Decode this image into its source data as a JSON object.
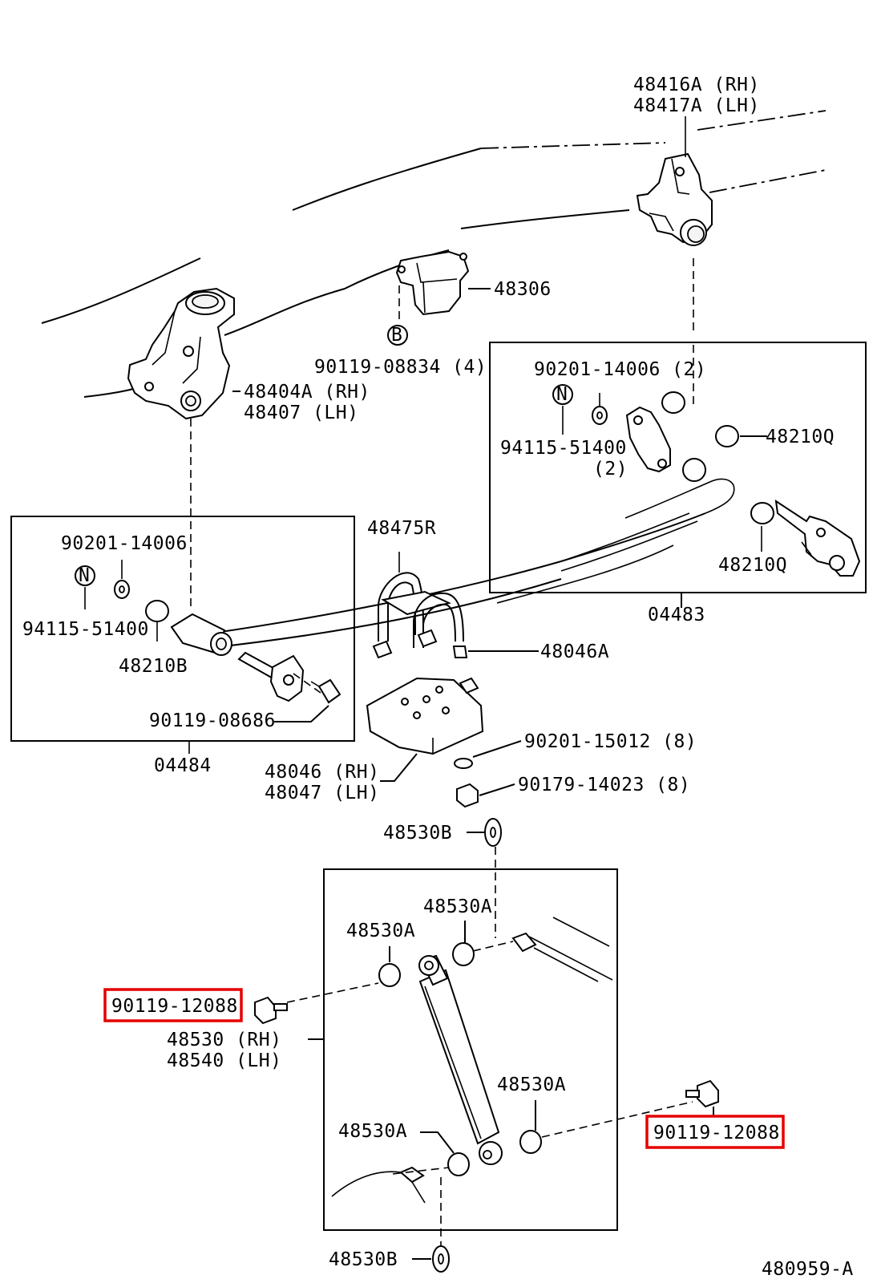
{
  "labels": {
    "l_48416a": "48416A (RH)",
    "l_48417a": "48417A (LH)",
    "l_48306": "48306",
    "l_b": "B",
    "l_90119_08834": "90119-08834 (4)",
    "l_48404a": "48404A (RH)",
    "l_48407": "48407   (LH)",
    "l_90201_14006_2": "90201-14006 (2)",
    "l_n_right": "N",
    "l_94115_51400_r": "94115-51400",
    "l_2": "(2)",
    "l_48210q_top": "48210Q",
    "l_48210q_bot": "48210Q",
    "l_04483": "04483",
    "l_48475r": "48475R",
    "l_90201_14006": "90201-14006",
    "l_n_left": "N",
    "l_94115_51400_l": "94115-51400",
    "l_48210b": "48210B",
    "l_48046a": "48046A",
    "l_90119_08686": "90119-08686",
    "l_04484": "04484",
    "l_90201_15012": "90201-15012 (8)",
    "l_48046": "48046 (RH)",
    "l_48047": "48047 (LH)",
    "l_90179_14023": "90179-14023 (8)",
    "l_48530b_top": "48530B",
    "l_48530a_1": "48530A",
    "l_48530a_2": "48530A",
    "l_90119_12088_left": "90119-12088",
    "l_48530": "48530 (RH)",
    "l_48540": "48540 (LH)",
    "l_48530a_3": "48530A",
    "l_48530a_4": "48530A",
    "l_90119_12088_right": "90119-12088",
    "l_48530b_bot": "48530B",
    "l_ref": "480959-A"
  },
  "colors": {
    "highlight": "#e60000",
    "ink": "#000000"
  }
}
